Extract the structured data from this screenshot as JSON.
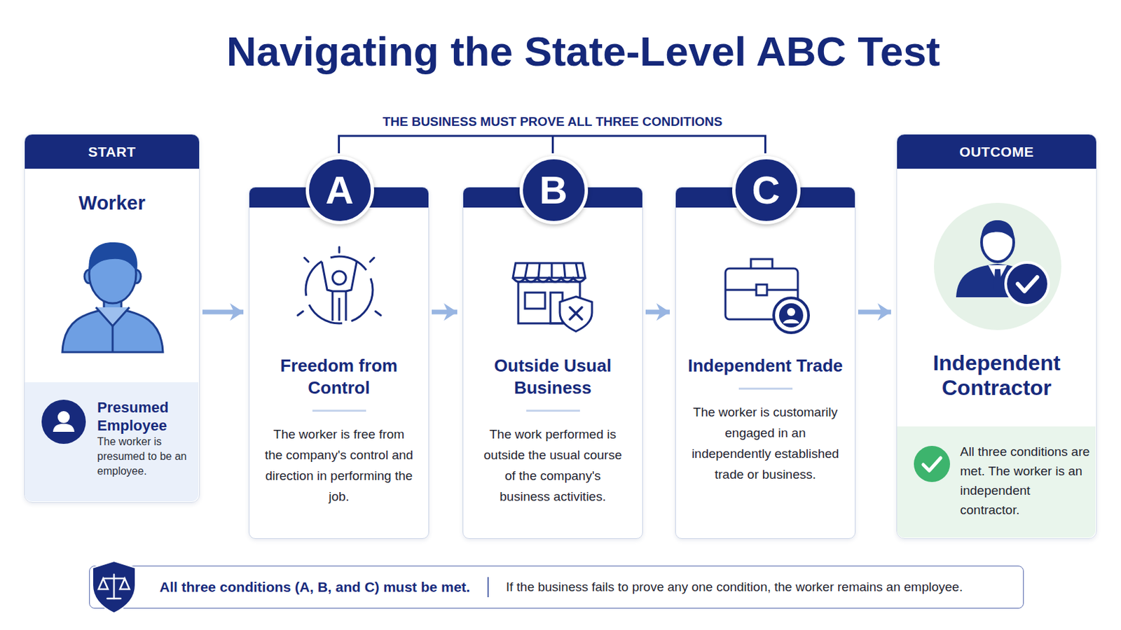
{
  "diagram": {
    "title": "Navigating the State-Level ABC Test",
    "nodes": [
      {
        "text": [
          "START",
          "Worker"
        ]
      },
      {
        "text": [
          "Presumed Employee",
          "The worker is presumed to be an employee."
        ],
        "in": 0
      },
      {
        "text": [
          "Freedom from Control",
          "The worker is free from the company's control and direction in performing the job."
        ]
      },
      {
        "text": [
          "A"
        ],
        "in": 2
      },
      {
        "text": [
          "Outside Usual Business",
          "The work performed is outside the usual course of the company's business activities."
        ]
      },
      {
        "text": [
          "B"
        ],
        "in": 4
      },
      {
        "text": [
          "Independent Trade",
          "The worker is customarily engaged in an independently established trade or business."
        ]
      },
      {
        "text": [
          "C"
        ],
        "in": 6
      },
      {
        "text": [
          "OUTCOME",
          "Independent Contractor"
        ]
      },
      {
        "text": [
          "All three conditions are met. The worker is an independent contractor."
        ],
        "in": 8
      },
      {
        "text": [
          "All three conditions (A, B, and C) must be met.",
          "If the business fails to prove any one condition, the worker remains an employee."
        ]
      }
    ],
    "edges": [
      {
        "from": 0,
        "to": 2,
        "arrow": "to"
      },
      {
        "from": 2,
        "to": 4,
        "arrow": "to"
      },
      {
        "from": 4,
        "to": 6,
        "arrow": "to"
      },
      {
        "from": 6,
        "to": 8,
        "arrow": "to"
      }
    ],
    "labels": [
      "THE BUSINESS MUST PROVE ALL THREE CONDITIONS"
    ]
  }
}
